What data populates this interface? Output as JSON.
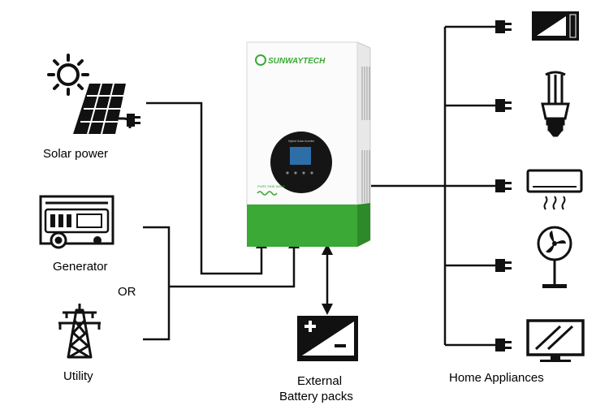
{
  "sources": {
    "solar": "Solar power",
    "generator": "Generator",
    "or": "OR",
    "utility": "Utility"
  },
  "inverter": {
    "brand": "SUNWAYTECH",
    "panel_caption": "Hybrid Solar Inverter",
    "tagline": "PURE SINE WAVE",
    "accent": "#39a935"
  },
  "battery": {
    "label_line1": "External",
    "label_line2": "Battery packs"
  },
  "appliances": {
    "label": "Home Appliances",
    "items": [
      "microwave-icon",
      "light-bulb-icon",
      "air-conditioner-icon",
      "fan-icon",
      "tv-icon"
    ]
  }
}
